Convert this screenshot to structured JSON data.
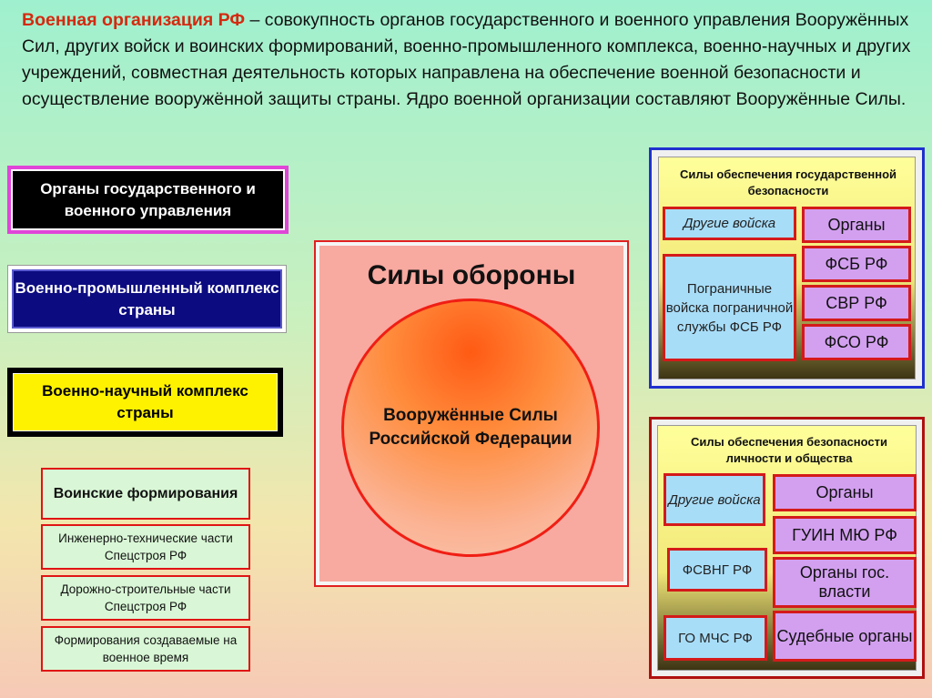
{
  "intro": {
    "term": "Военная организация РФ",
    "text": " – совокупность органов государственного и военного управления Вооружённых Сил, других войск и воинских формирований, военно-промышленного комплекса, военно-научных и других учреждений, совместная деятельность которых направлена на обеспечение военной безопасности и осуществление вооружённой защиты страны. Ядро военной организации составляют Вооружённые Силы."
  },
  "left": {
    "gos": "Органы государственного и военного управления",
    "vpk": "Военно-промышленный комплекс страны",
    "vnk": "Военно-научный комплекс страны",
    "formations_title": "Воинские формирования",
    "formations": [
      "Инженерно-технические части Спецстроя РФ",
      "Дорожно-строительные части Спецстроя РФ",
      "Формирования создаваемые на военное время"
    ]
  },
  "center": {
    "title": "Силы обороны",
    "circle": "Вооружённые Силы Российской Федерации"
  },
  "panel_state": {
    "title": "Силы обеспечения государственной безопасности",
    "other_troops": "Другие войска",
    "border": "Пограничные войска пограничной службы ФСБ РФ",
    "organs": "Органы",
    "fsb": "ФСБ РФ",
    "svr": "СВР РФ",
    "fso": "ФСО РФ"
  },
  "panel_society": {
    "title": "Силы обеспечения безопасности личности и общества",
    "other_troops": "Другие войска",
    "fsvng": "ФСВНГ РФ",
    "go_mchs": "ГО МЧС РФ",
    "organs": "Органы",
    "guin": "ГУИН МЮ РФ",
    "gov": "Органы гос. власти",
    "courts": "Судебные органы"
  },
  "colors": {
    "accent_red": "#d42a10",
    "box_border_red": "#e01414",
    "blue_panel_border": "#2030d0",
    "dark_red_panel_border": "#b01010"
  }
}
